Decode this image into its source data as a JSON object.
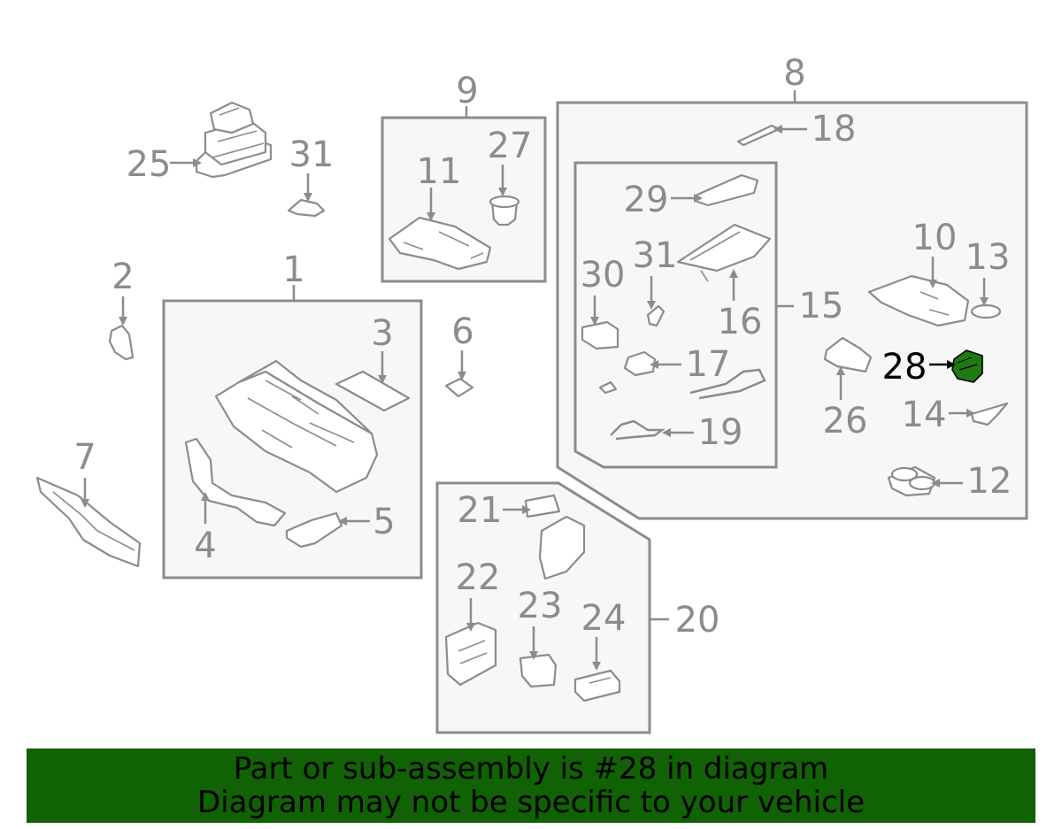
{
  "callouts": {
    "c1": "1",
    "c2": "2",
    "c3": "3",
    "c4": "4",
    "c5": "5",
    "c6": "6",
    "c7": "7",
    "c8": "8",
    "c9": "9",
    "c10": "10",
    "c11": "11",
    "c12": "12",
    "c13": "13",
    "c14": "14",
    "c15": "15",
    "c16": "16",
    "c17": "17",
    "c18": "18",
    "c19": "19",
    "c20": "20",
    "c21": "21",
    "c22": "22",
    "c23": "23",
    "c24": "24",
    "c25": "25",
    "c26": "26",
    "c27": "27",
    "c28": "28",
    "c29": "29",
    "c30": "30",
    "c31a": "31",
    "c31b": "31"
  },
  "highlight": {
    "part_number": "28",
    "color": "#1e7a12"
  },
  "banner": {
    "line1": "Part or sub-assembly is #28 in diagram",
    "line2": "Diagram may not be specific to your vehicle",
    "background": "#116105"
  },
  "colors": {
    "line": "#8c8c8c",
    "box_fill": "#f7f7f7"
  }
}
